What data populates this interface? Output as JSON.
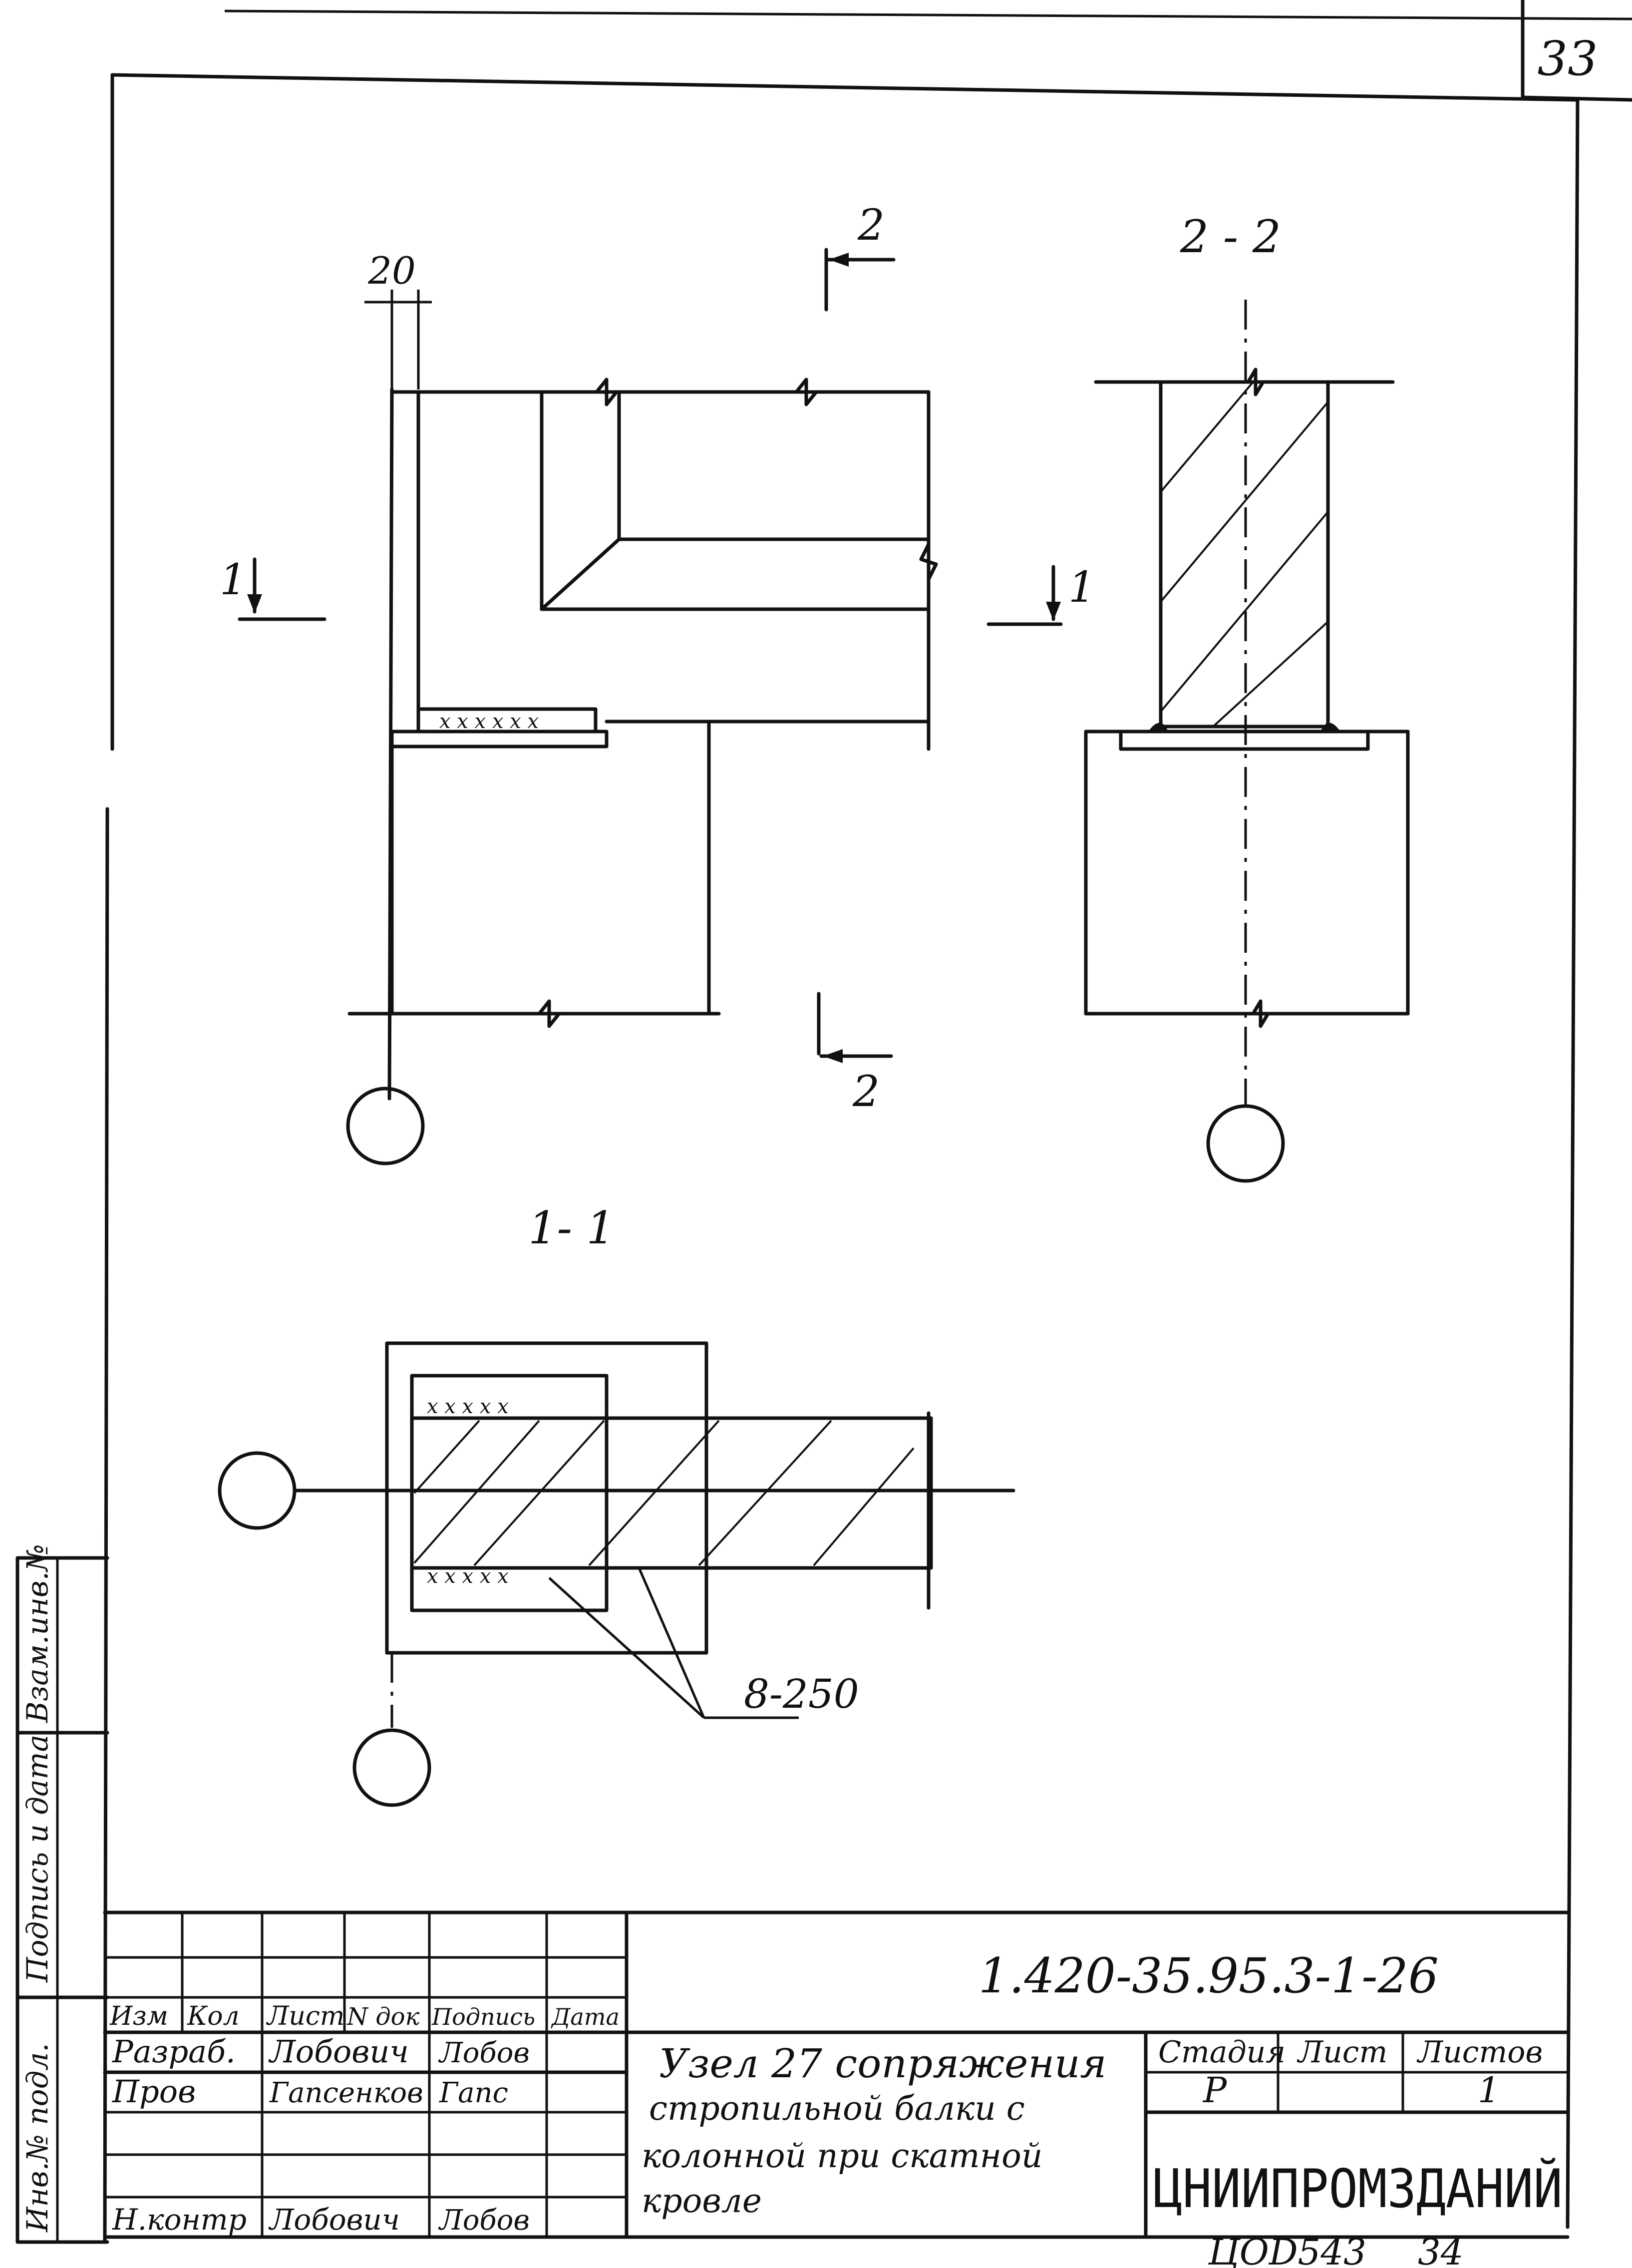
{
  "sheet": {
    "page_number": "33",
    "bottom_code": "ЦОD543",
    "bottom_number": "34"
  },
  "drawing": {
    "dim_20": "20",
    "section_2_mark_top": "2",
    "section_2_mark_bottom": "2",
    "section_1_mark_left": "1",
    "section_1_mark_right": "1",
    "section_2_2_title": "2 - 2",
    "section_1_1_title": "1- 1",
    "weld_callout": "8-250"
  },
  "side_stamp": {
    "vzam_inv": "Взам.инв.№",
    "podpis_data": "Подпись и дата",
    "inv_podl": "Инв.№ подл."
  },
  "title_block": {
    "designation": "1.420-35.95.3-1-26",
    "headers": [
      "Изм",
      "Кол",
      "Лист",
      "N док",
      "Подпись",
      "Дата"
    ],
    "razrab_label": "Разраб.",
    "razrab_name": "Лобович",
    "razrab_sig": "Лобов",
    "prov_label": "Пров",
    "prov_name": "Гапсенков",
    "prov_sig": "Гапс",
    "nkontr_label": "Н.контр",
    "nkontr_name": "Лобович",
    "nkontr_sig": "Лобов",
    "title_line1": "Узел 27 сопряжения",
    "title_line2": "стропильной балки с",
    "title_line3": "колонной при скатной",
    "title_line4": "кровле",
    "stadia_label": "Стадия",
    "list_label": "Лист",
    "listov_label": "Листов",
    "stadia_value": "Р",
    "list_value": "",
    "listov_value": "1",
    "organization": "ЦНИИПРОМЗДАНИЙ"
  }
}
